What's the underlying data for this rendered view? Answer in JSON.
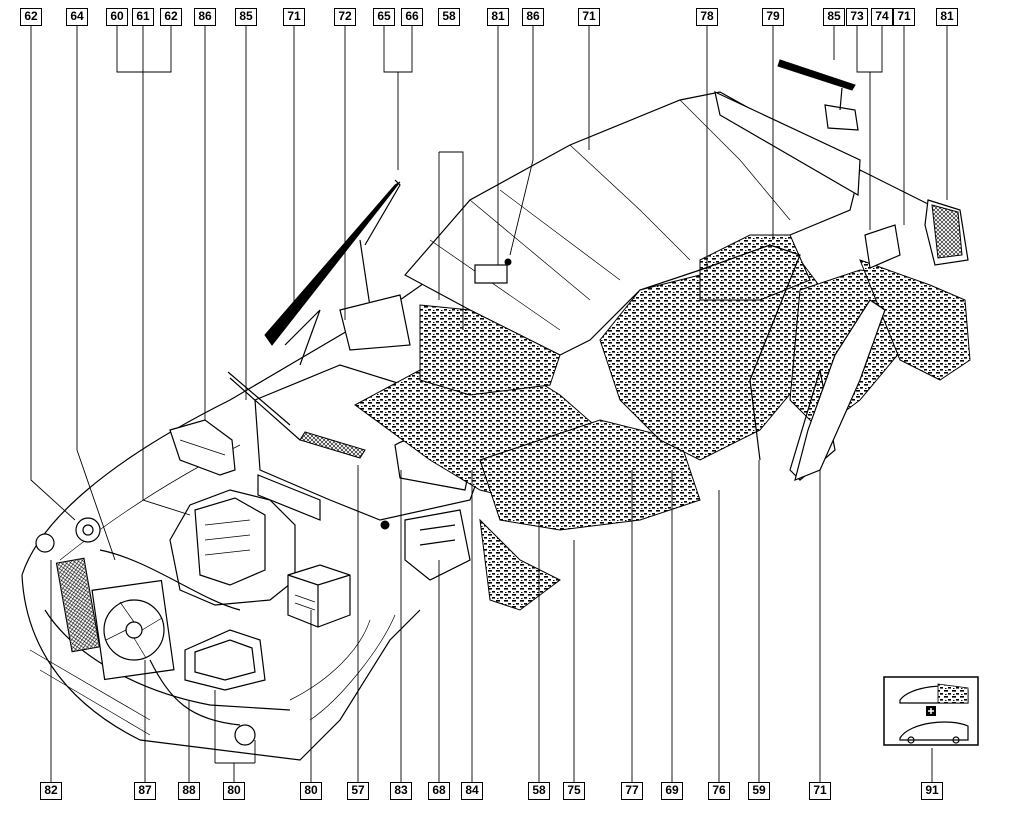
{
  "top_labels": [
    "62",
    "64",
    "60",
    "61",
    "62",
    "86",
    "85",
    "71",
    "72",
    "65",
    "66",
    "58",
    "81",
    "86",
    "71",
    "78",
    "79",
    "85",
    "73",
    "74",
    "71",
    "81"
  ],
  "bottom_labels": [
    "82",
    "87",
    "88",
    "80",
    "80",
    "57",
    "83",
    "68",
    "84",
    "58",
    "75",
    "77",
    "69",
    "76",
    "59",
    "71"
  ],
  "legend_label": "91"
}
